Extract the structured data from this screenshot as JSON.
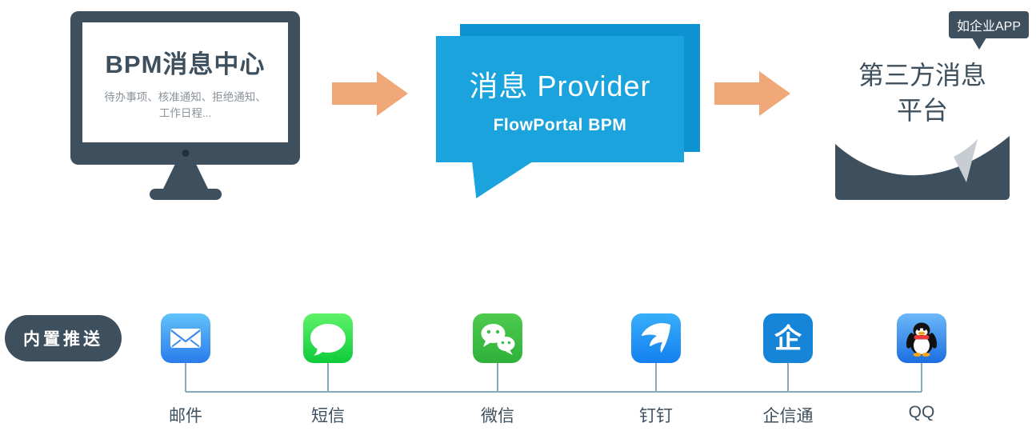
{
  "monitor": {
    "title": "BPM消息中心",
    "subtitle_line1": "待办事项、核准通知、拒绝通知、",
    "subtitle_line2": "工作日程..."
  },
  "provider": {
    "title": "消息 Provider",
    "subtitle": "FlowPortal BPM"
  },
  "third_party": {
    "title_line1": "第三方消息",
    "title_line2": "平台",
    "badge": "如企业APP"
  },
  "push": {
    "label": "内置推送",
    "channels": [
      {
        "name": "邮件",
        "icon": "mail-icon"
      },
      {
        "name": "短信",
        "icon": "sms-icon"
      },
      {
        "name": "微信",
        "icon": "wechat-icon"
      },
      {
        "name": "钉钉",
        "icon": "dingtalk-icon"
      },
      {
        "name": "企信通",
        "icon": "qixintong-icon",
        "glyph": "企"
      },
      {
        "name": "QQ",
        "icon": "qq-icon"
      }
    ]
  },
  "colors": {
    "dark_slate": "#3e4f5e",
    "arrow_orange": "#f0a878",
    "bubble_blue_front": "#1ba3de",
    "bubble_blue_back": "#0e93d2",
    "connector": "#85a9bd"
  }
}
